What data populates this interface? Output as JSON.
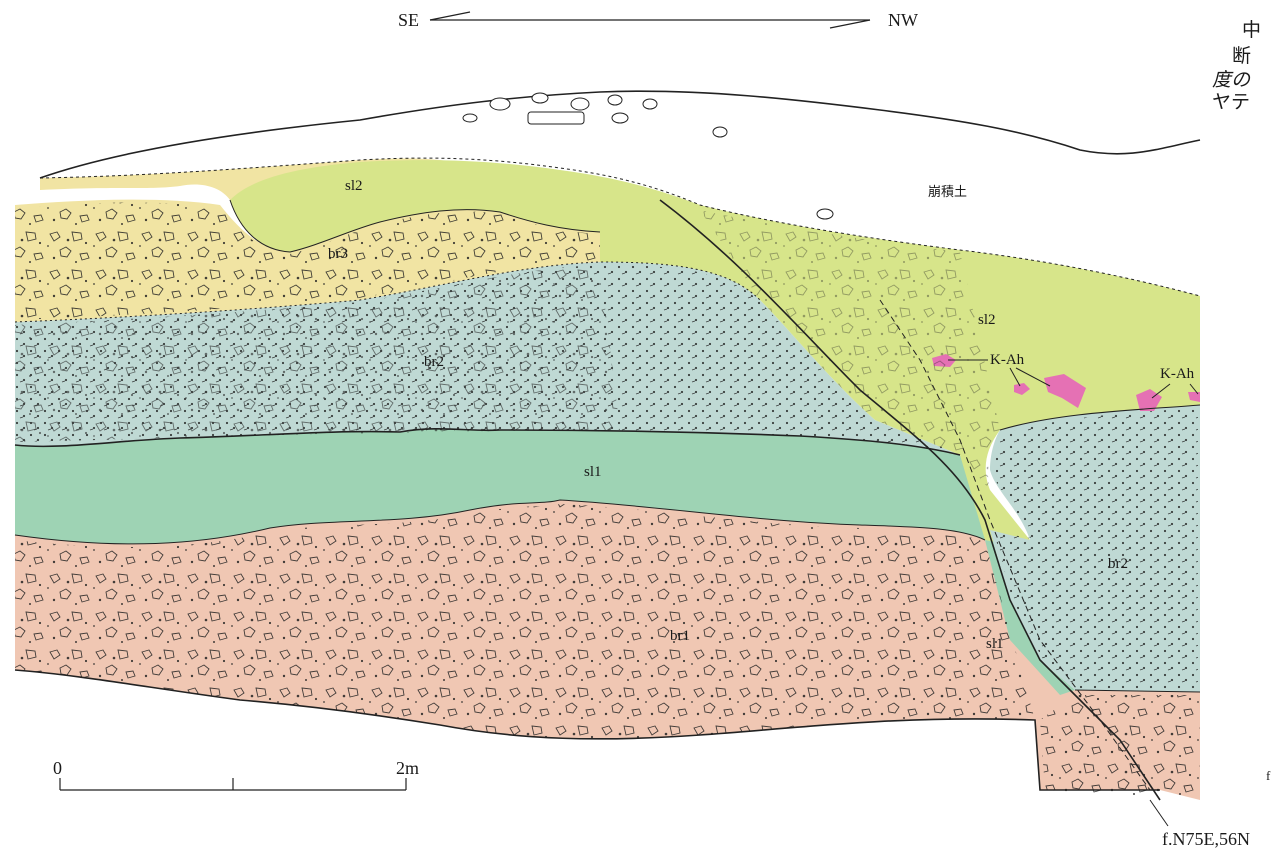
{
  "orientation": {
    "left": "SE",
    "right": "NW"
  },
  "annotation_lines": [
    "中",
    "断",
    "度の",
    "ヤテ"
  ],
  "edge_fragment": "f",
  "units": {
    "sl2_upper": "sl2",
    "br3": "br3",
    "br2_left": "br2",
    "sl1_upper": "sl1",
    "br1": "br1",
    "sl2_right": "sl2",
    "br2_right": "br2",
    "sl1_lower": "sl1",
    "talus": "崩積土"
  },
  "tephra": {
    "label_1": "K-Ah",
    "label_2": "K-Ah"
  },
  "scale": {
    "start": "0",
    "end": "2m"
  },
  "fault": {
    "label": "f.N75E,56N"
  },
  "colors": {
    "br1": "#f0c7b3",
    "sl1": "#9ed3b4",
    "br2": "#bfd9d4",
    "br3": "#f1e4a3",
    "sl2": "#d7e58a",
    "tephra": "#e571b4"
  }
}
